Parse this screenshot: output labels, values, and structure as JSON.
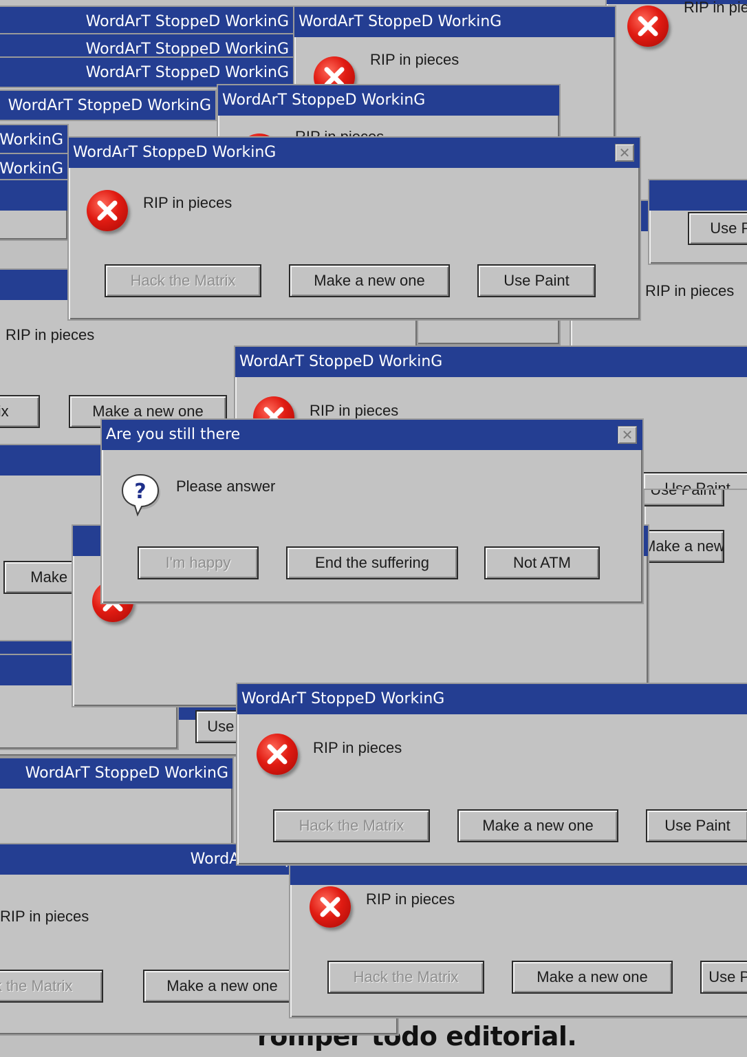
{
  "colors": {
    "titlebar": "#243e92",
    "window": "#c3c3c3",
    "error_icon": "#e01b12",
    "button_text_disabled": "#8e8e8e"
  },
  "icons": {
    "error": "error-icon",
    "question": "question-bubble-icon",
    "close": "close-icon"
  },
  "windows": [
    {
      "title": "WordArT StoppeD WorkinG",
      "message": "RIP in pieces",
      "buttons": []
    },
    {
      "title": "WordArT StoppeD WorkinG",
      "message": "RIP in pieces",
      "buttons": []
    },
    {
      "title": "WordArT StoppeD WorkinG",
      "message": "RIP in pieces",
      "buttons": []
    },
    {
      "title": "WordArT StoppeD WorkinG",
      "message": "RIP in pieces",
      "buttons": []
    },
    {
      "title": "WordArT StoppeD WorkinG",
      "message": "RIP in pieces",
      "buttons": []
    },
    {
      "title": "WordArT StoppeD WorkinG",
      "message": "RIP in pieces",
      "buttons": []
    },
    {
      "title": "WordArT StoppeD WorkinG",
      "message": "RIP in pieces",
      "buttons": []
    },
    {
      "title": "WordArT StoppeD WorkinG",
      "message": "RIP in pieces",
      "buttons": [
        {
          "label": "Hack the Matrix",
          "disabled": true
        }
      ]
    },
    {
      "title": "WordArT StoppeD WorkinG",
      "message": "RIP in pieces",
      "buttons": []
    },
    {
      "title": "WordArT StoppeD WorkinG",
      "message": "RIP in pieces",
      "buttons": [
        {
          "label": "Make a new one",
          "disabled": false
        }
      ]
    },
    {
      "title": "WordArT StoppeD WorkinG",
      "message": "RIP in pieces",
      "buttons": []
    },
    {
      "title": "WordArT StoppeD WorkinG",
      "message": "RIP in pieces",
      "buttons": [
        {
          "label": "Use Paint",
          "disabled": false
        }
      ]
    },
    {
      "title": "WordArT StoppeD WorkinG",
      "message": "RIP in pieces",
      "buttons": [
        {
          "label": "Fix",
          "disabled": false
        },
        {
          "label": "Make a new one",
          "disabled": false
        }
      ]
    },
    {
      "title": "WordArT StoppeD WorkinG",
      "message": "RIP in pieces",
      "buttons": [
        {
          "label": "Make a new one",
          "disabled": false
        },
        {
          "label": "Use Paint",
          "disabled": false
        }
      ]
    },
    {
      "title": "WordArT StoppeD WorkinG",
      "message": "RIP in pieces",
      "buttons": [
        {
          "label": "Hack the Matrix",
          "disabled": true
        },
        {
          "label": "Make a new one",
          "disabled": false
        }
      ]
    },
    {
      "title": "WordArT StoppeD WorkinG",
      "message": "RIP in pieces",
      "buttons": [
        {
          "label": "Hack the Matrix",
          "disabled": true
        },
        {
          "label": "Make a new one",
          "disabled": false
        },
        {
          "label": "Use Paint",
          "disabled": false
        }
      ]
    },
    {
      "title": "WordArT StoppeD WorkinG",
      "message": "RIP in pieces",
      "buttons": [
        {
          "label": "Make a new one",
          "disabled": false
        }
      ]
    },
    {
      "title": "WordArT StoppeD WorkinG",
      "message": "RIP in pieces",
      "buttons": [
        {
          "label": "Use Paint",
          "disabled": false
        },
        {
          "label": "Make a new one",
          "disabled": false
        }
      ]
    },
    {
      "title": "WordArT StoppeD WorkinG",
      "message": "RIP in pieces",
      "buttons": [
        {
          "label": "Make a new one",
          "disabled": false
        },
        {
          "label": "Use Paint",
          "disabled": false
        },
        {
          "label": "Hack the Matrix",
          "disabled": true
        }
      ]
    },
    {
      "title": "WordArT StoppeD WorkinG",
      "message": "RIP in pieces",
      "buttons": [
        {
          "label": "Make a new one",
          "disabled": false
        },
        {
          "label": "Use Paint",
          "disabled": false
        }
      ]
    },
    {
      "title": "WordArT StoppeD WorkinG",
      "message": "RIP in pieces",
      "buttons": [
        {
          "label": "Hack the Matrix",
          "disabled": true
        },
        {
          "label": "Make a new one",
          "disabled": false
        },
        {
          "label": "Use Paint",
          "disabled": false
        }
      ]
    },
    {
      "title": "WordArT StoppeD WorkinG",
      "message": "RIP in pieces",
      "buttons": [
        {
          "label": "Hack the Matrix",
          "disabled": true
        },
        {
          "label": "Make a new one",
          "disabled": false
        },
        {
          "label": "Use Paint",
          "disabled": false
        }
      ]
    },
    {
      "title": "WordArT StoppeD WorkinG",
      "message": "RIP in pieces",
      "buttons": [
        {
          "label": "Hack the Matrix",
          "disabled": true
        },
        {
          "label": "Make a new one",
          "disabled": false
        },
        {
          "label": "Use Paint",
          "disabled": false
        }
      ]
    },
    {
      "title": "Are you still there",
      "message": "Please answer",
      "buttons": [
        {
          "label": "I'm happy",
          "disabled": true
        },
        {
          "label": "End the suffering",
          "disabled": false
        },
        {
          "label": "Not ATM",
          "disabled": false
        }
      ]
    },
    {
      "title": "WordArT StoppeD WorkinG",
      "message": "RIP in pieces",
      "buttons": [
        {
          "label": "Hack the Matrix",
          "disabled": true
        },
        {
          "label": "Make a new one",
          "disabled": false
        },
        {
          "label": "Use Paint",
          "disabled": false
        }
      ]
    }
  ],
  "footer": {
    "publisher": "romper todo editorial."
  }
}
